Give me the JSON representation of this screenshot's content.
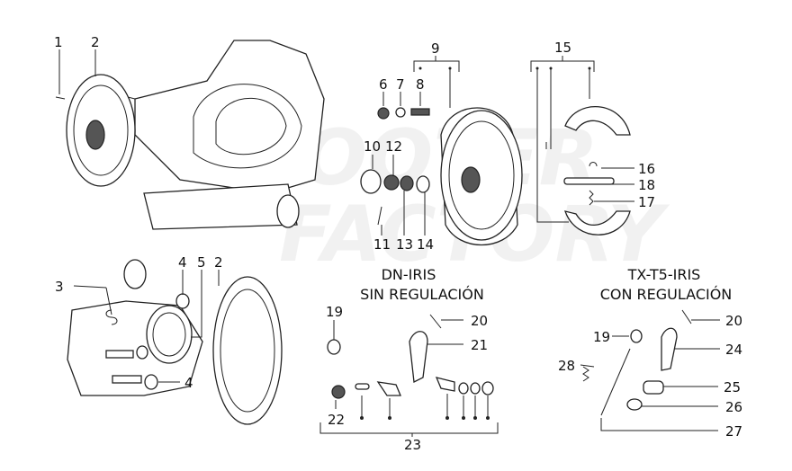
{
  "watermark": {
    "line1": "SCOOTER",
    "line2": "FACTORY"
  },
  "groups": {
    "dn": {
      "title1": "DN-IRIS",
      "title2": "SIN REGULACIÓN"
    },
    "tx": {
      "title1": "TX-T5-IRIS",
      "title2": "CON REGULACIÓN"
    }
  },
  "callouts": {
    "top": [
      "1",
      "2",
      "6",
      "7",
      "8",
      "9",
      "15",
      "10",
      "12",
      "16",
      "18",
      "17",
      "11",
      "13",
      "14"
    ],
    "left": [
      "3",
      "4",
      "5",
      "2",
      "4"
    ],
    "dn": [
      "19",
      "20",
      "21",
      "22",
      "23"
    ],
    "tx": [
      "19",
      "20",
      "24",
      "28",
      "25",
      "26",
      "27"
    ]
  }
}
